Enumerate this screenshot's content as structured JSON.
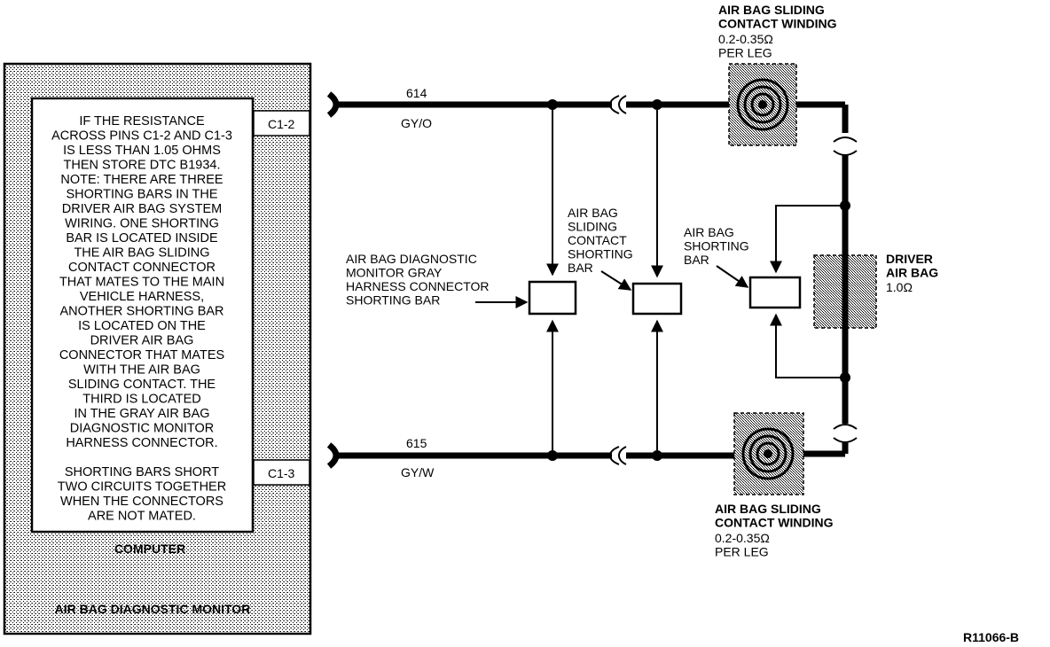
{
  "computer": {
    "title": "AIR BAG DIAGNOSTIC MONITOR",
    "inner_label": "COMPUTER",
    "pins": {
      "top": "C1-2",
      "bottom": "C1-3"
    },
    "note_lines": [
      "IF THE RESISTANCE",
      "ACROSS PINS C1-2 AND C1-3",
      "IS LESS THAN 1.05 OHMS",
      "THEN STORE DTC B1934.",
      "NOTE: THERE ARE THREE",
      "SHORTING BARS IN THE",
      "DRIVER AIR BAG SYSTEM",
      "WIRING. ONE SHORTING",
      "BAR IS LOCATED INSIDE",
      "THE AIR BAG SLIDING",
      "CONTACT CONNECTOR",
      "THAT MATES TO THE MAIN",
      "VEHICLE HARNESS,",
      "ANOTHER SHORTING BAR",
      "IS LOCATED ON THE",
      "DRIVER AIR BAG",
      "CONNECTOR THAT MATES",
      "WITH THE AIR BAG",
      "SLIDING CONTACT. THE",
      "THIRD IS LOCATED",
      "IN THE GRAY AIR BAG",
      "DIAGNOSTIC MONITOR",
      "HARNESS CONNECTOR.",
      "",
      "SHORTING BARS SHORT",
      "TWO CIRCUITS TOGETHER",
      "WHEN THE CONNECTORS",
      "ARE NOT MATED."
    ]
  },
  "wires": {
    "top": {
      "circuit": "614",
      "color": "GY/O"
    },
    "bottom": {
      "circuit": "615",
      "color": "GY/W"
    }
  },
  "labels": {
    "gray_connector_bar": [
      "AIR BAG DIAGNOSTIC",
      "MONITOR GRAY",
      "HARNESS CONNECTOR",
      "SHORTING BAR"
    ],
    "sliding_contact_bar": [
      "AIR BAG",
      "SLIDING",
      "CONTACT",
      "SHORTING",
      "BAR"
    ],
    "airbag_shorting_bar": [
      "AIR BAG",
      "SHORTING",
      "BAR"
    ],
    "winding_top": {
      "name": [
        "AIR BAG SLIDING",
        "CONTACT WINDING"
      ],
      "value": [
        "0.2-0.35Ω",
        "PER LEG"
      ]
    },
    "winding_bottom": {
      "name": [
        "AIR BAG SLIDING",
        "CONTACT WINDING"
      ],
      "value": [
        "0.2-0.35Ω",
        "PER LEG"
      ]
    },
    "driver_airbag": {
      "name": [
        "DRIVER",
        "AIR BAG"
      ],
      "value": "1.0Ω"
    }
  },
  "figure_id": "R11066-B"
}
